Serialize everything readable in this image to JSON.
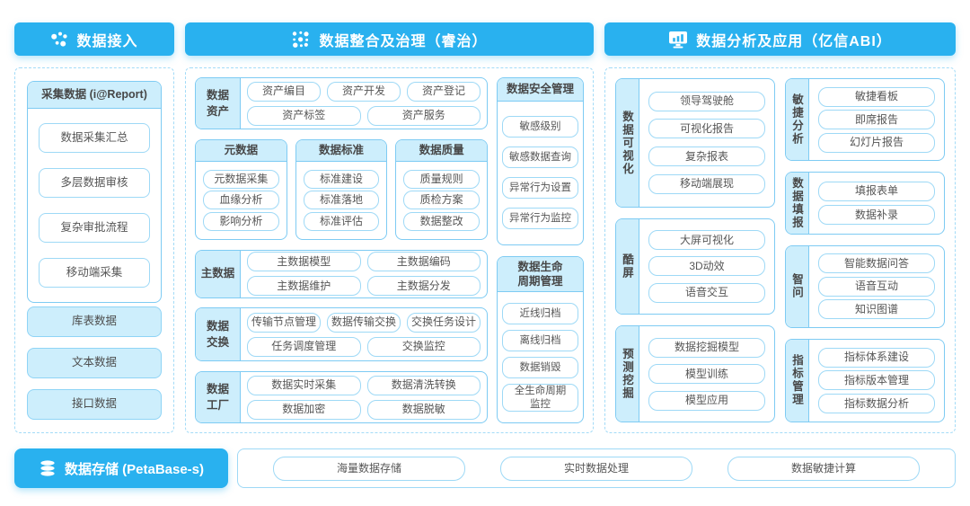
{
  "colors": {
    "accent_blue": "#29b1ef",
    "panel_fill_blue": "#cdeefc",
    "panel_border_blue": "#7ecbf3",
    "box_border_blue": "#9ed9f6",
    "text_gray": "#565656"
  },
  "sections": {
    "access": {
      "title": "数据接入",
      "icon": "dots-network-icon",
      "collect_panel": {
        "title": "采集数据 (i@Report)",
        "items": [
          "数据采集汇总",
          "多层数据审核",
          "复杂审批流程",
          "移动端采集"
        ]
      },
      "sources": [
        "库表数据",
        "文本数据",
        "接口数据"
      ]
    },
    "governance": {
      "title": "数据整合及治理（睿治）",
      "icon": "dots-grid-icon",
      "asset_row": {
        "label": "数据\n资产",
        "row1": [
          "资产编目",
          "资产开发",
          "资产登记"
        ],
        "row2": [
          "资产标签",
          "资产服务"
        ]
      },
      "panels": [
        {
          "title": "元数据",
          "items": [
            "元数据采集",
            "血缘分析",
            "影响分析"
          ]
        },
        {
          "title": "数据标准",
          "items": [
            "标准建设",
            "标准落地",
            "标准评估"
          ]
        },
        {
          "title": "数据质量",
          "items": [
            "质量规则",
            "质检方案",
            "数据整改"
          ]
        }
      ],
      "master_row": {
        "label": "主数据",
        "row1": [
          "主数据模型",
          "主数据编码"
        ],
        "row2": [
          "主数据维护",
          "主数据分发"
        ]
      },
      "exchange_row": {
        "label": "数据\n交换",
        "row1": [
          "传输节点管理",
          "数据传输交换",
          "交换任务设计"
        ],
        "row2": [
          "任务调度管理",
          "交换监控"
        ]
      },
      "factory_row": {
        "label": "数据\n工厂",
        "row1": [
          "数据实时采集",
          "数据清洗转换"
        ],
        "row2": [
          "数据加密",
          "数据脱敏"
        ]
      },
      "security_panel": {
        "title": "数据安全管理",
        "items": [
          "敏感级别",
          "敏感数据查询",
          "异常行为设置",
          "异常行为监控"
        ]
      },
      "lifecycle_panel": {
        "title": "数据生命\n周期管理",
        "items": [
          "近线归档",
          "离线归档",
          "数据销毁",
          "全生命周期\n监控"
        ]
      }
    },
    "analysis": {
      "title": "数据分析及应用（亿信ABI）",
      "icon": "monitor-chart-icon",
      "left_groups": [
        {
          "label": "数据可视化",
          "items": [
            "领导驾驶舱",
            "可视化报告",
            "复杂报表",
            "移动端展现"
          ]
        },
        {
          "label": "酷屏",
          "items": [
            "大屏可视化",
            "3D动效",
            "语音交互"
          ]
        },
        {
          "label": "预测挖掘",
          "items": [
            "数据挖掘模型",
            "模型训练",
            "模型应用"
          ]
        }
      ],
      "right_groups": [
        {
          "label": "敏捷分析",
          "items": [
            "敏捷看板",
            "即席报告",
            "幻灯片报告"
          ]
        },
        {
          "label": "数据填报",
          "items": [
            "填报表单",
            "数据补录"
          ]
        },
        {
          "label": "智问",
          "items": [
            "智能数据问答",
            "语音互动",
            "知识图谱"
          ]
        },
        {
          "label": "指标管理",
          "items": [
            "指标体系建设",
            "指标版本管理",
            "指标数据分析"
          ]
        }
      ]
    },
    "storage": {
      "title": "数据存储 (PetaBase-s)",
      "icon": "database-icon",
      "items": [
        "海量数据存储",
        "实时数据处理",
        "数据敏捷计算"
      ]
    }
  }
}
